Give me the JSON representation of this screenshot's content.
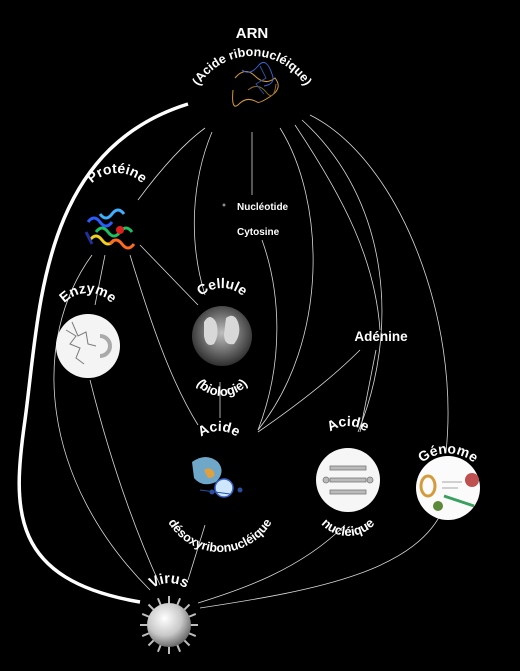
{
  "nodes": {
    "arn": {
      "title": "ARN",
      "subtitle": "(Acide ribonucléique)"
    },
    "nucleotide": {
      "label": "Nucléotide"
    },
    "cytosine": {
      "label": "Cytosine"
    },
    "proteine": {
      "label": "Protéine"
    },
    "enzyme": {
      "label": "Enzyme"
    },
    "cellule": {
      "line1": "Cellule",
      "line2": "(biologie)"
    },
    "adenine": {
      "label": "Adénine"
    },
    "adn": {
      "line1": "Acide",
      "line2": "désoxyribonucléique"
    },
    "acide_nucleique": {
      "line1": "Acide",
      "line2": "nucléique"
    },
    "genome": {
      "label": "Génome"
    },
    "virus": {
      "label": "Virus"
    }
  },
  "colors": {
    "background": "#000000",
    "edge": "#d9d9d9",
    "text": "#ffffff"
  }
}
